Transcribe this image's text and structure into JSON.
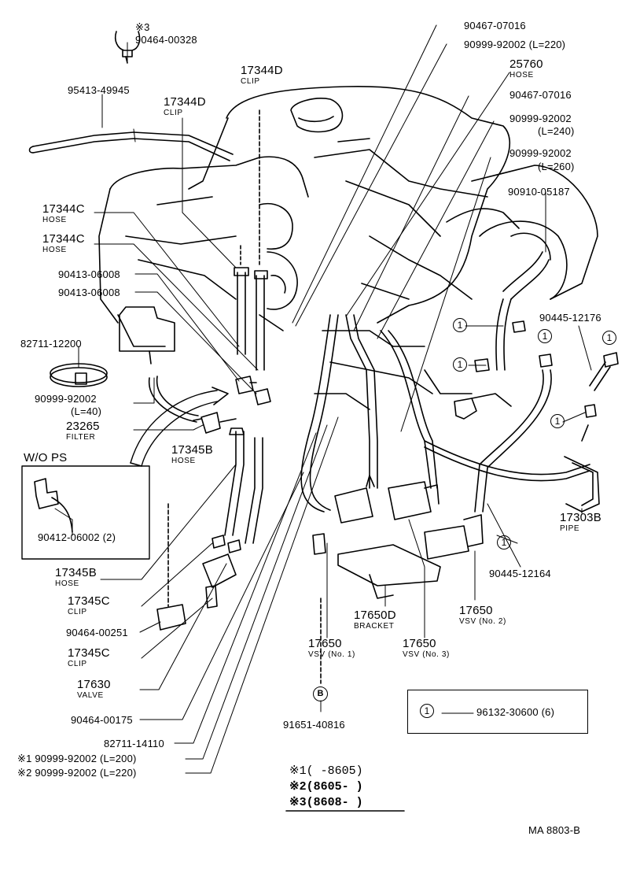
{
  "labels": {
    "mark3_top": "※3",
    "p_90464_00328": "90464-00328",
    "p_95413_49945": "95413-49945",
    "p_17344D_a": "17344D",
    "p_17344D_a_sub": "CLIP",
    "p_17344D_b": "17344D",
    "p_17344D_b_sub": "CLIP",
    "p_17344C_a": "17344C",
    "p_17344C_a_sub": "HOSE",
    "p_17344C_b": "17344C",
    "p_17344C_b_sub": "HOSE",
    "p_90413_06008_a": "90413-06008",
    "p_90413_06008_b": "90413-06008",
    "p_82711_12200": "82711-12200",
    "p_90999_92002_l40": "90999-92002",
    "p_l40": "(L=40)",
    "p_23265": "23265",
    "p_23265_sub": "FILTER",
    "wo_ps": "W/O PS",
    "p_90412_06002": "90412-06002 (2)",
    "p_17345B_a": "17345B",
    "p_17345B_a_sub": "HOSE",
    "p_17345B_b": "17345B",
    "p_17345B_b_sub": "HOSE",
    "p_17345C_a": "17345C",
    "p_17345C_a_sub": "CLIP",
    "p_90464_00251": "90464-00251",
    "p_17345C_b": "17345C",
    "p_17345C_b_sub": "CLIP",
    "p_17630": "17630",
    "p_17630_sub": "VALVE",
    "p_90464_00175": "90464-00175",
    "p_82711_14110": "82711-14110",
    "p_m1_line": "※1  90999-92002 (L=200)",
    "p_m2_line": "※2  90999-92002 (L=220)",
    "p_90467_07016_a": "90467-07016",
    "p_90999_92002_l220": "90999-92002 (L=220)",
    "p_25760": "25760",
    "p_25760_sub": "HOSE",
    "p_90467_07016_b": "90467-07016",
    "p_90999_92002_l240": "90999-92002",
    "p_l240": "(L=240)",
    "p_90999_92002_l260": "90999-92002",
    "p_l260": "(L=260)",
    "p_90910_05187": "90910-05187",
    "p_90445_12176": "90445-12176",
    "p_17303B": "17303B",
    "p_17303B_sub": "PIPE",
    "p_90445_12164": "90445-12164",
    "p_17650_no2": "17650",
    "p_17650_no2_sub": "VSV (No. 2)",
    "p_17650D": "17650D",
    "p_17650D_sub": "BRACKET",
    "p_17650_no1": "17650",
    "p_17650_no1_sub": "VSV (No. 1)",
    "p_17650_no3": "17650",
    "p_17650_no3_sub": "VSV (No. 3)",
    "p_b_marker": "B",
    "p_91651_40816": "91651-40816",
    "circle_one": "1",
    "p_96132_30600": "96132-30600 (6)",
    "legend_1": "※1(      -8605)",
    "legend_2": "※2(8605-      )",
    "legend_3": "※3(8608-      )",
    "ref_code": "MA  8803-B"
  }
}
